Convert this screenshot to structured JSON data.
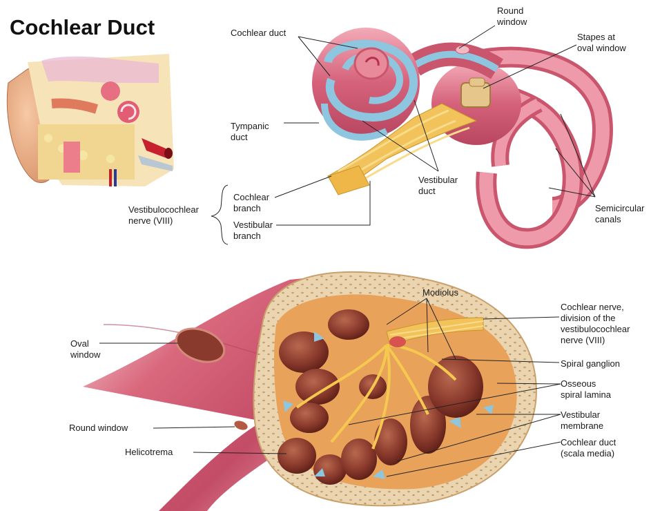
{
  "title": "Cochlear Duct",
  "inner_ear_labels": {
    "cochlear_duct": "Cochlear duct",
    "round_window": [
      "Round",
      "window"
    ],
    "stapes": [
      "Stapes at",
      "oval window"
    ],
    "tympanic_duct": [
      "Tympanic",
      "duct"
    ],
    "vestibular_duct": [
      "Vestibular",
      "duct"
    ],
    "semicircular_canals": [
      "Semicircular",
      "canals"
    ],
    "nerve": [
      "Vestibulocochlear",
      "nerve (VIII)"
    ],
    "cochlear_branch": [
      "Cochlear",
      "branch"
    ],
    "vestibular_branch": [
      "Vestibular",
      "branch"
    ]
  },
  "cross_section_labels": {
    "oval_window": [
      "Oval",
      "window"
    ],
    "round_window": "Round window",
    "helicotrema": "Helicotrema",
    "modiolus": "Modiolus",
    "cochlear_nerve": [
      "Cochlear nerve,",
      "division of the",
      "vestibulocochlear",
      "nerve (VIII)"
    ],
    "spiral_ganglion": "Spiral ganglion",
    "osseous_spiral_lamina": [
      "Osseous",
      "spiral lamina"
    ],
    "vestibular_membrane": [
      "Vestibular",
      "membrane"
    ],
    "cochlear_duct": [
      "Cochlear duct",
      "(scala media)"
    ]
  },
  "colors": {
    "flesh": "#e88a9a",
    "flesh_dark": "#c9566d",
    "duct_blue": "#8ec6e0",
    "nerve": "#f2c35a",
    "bone": "#e8cfa8",
    "chamber": "#8a3a2c"
  }
}
